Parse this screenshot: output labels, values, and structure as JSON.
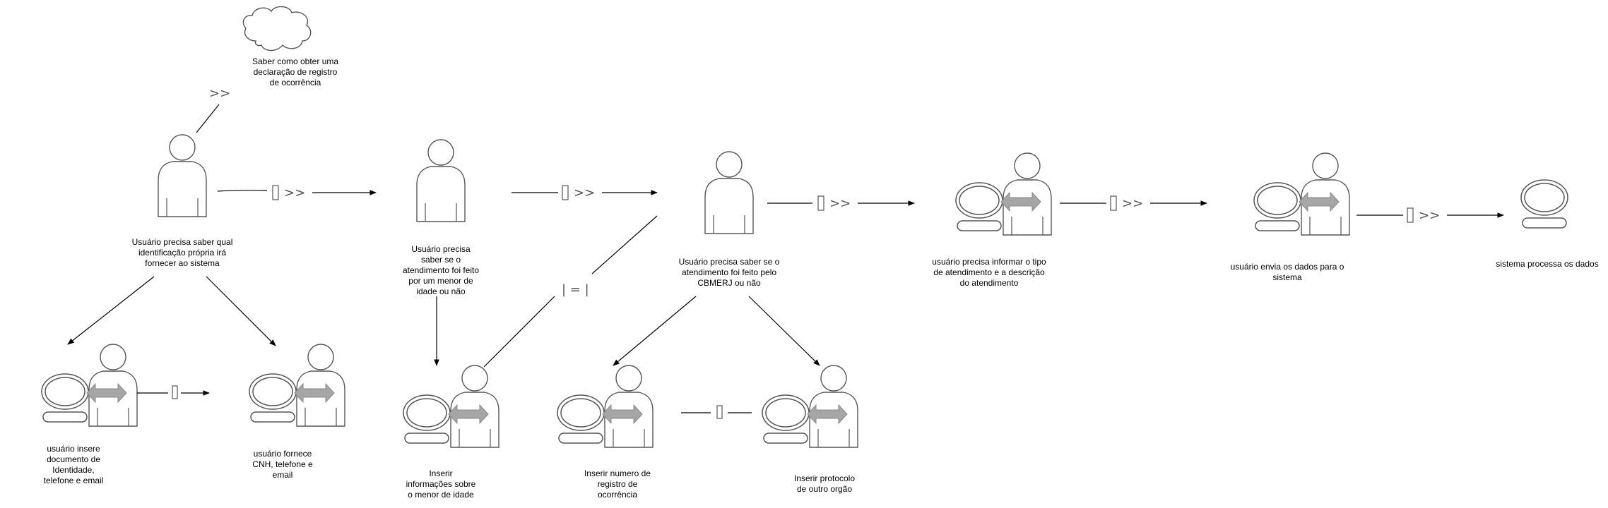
{
  "nodes": {
    "cloud_goal": "Saber como obter uma\ndeclaração de registro\nde ocorrência",
    "user1": "Usuário precisa saber qual\nidentificação própria irá\nfornecer ao sistema",
    "user2": "Usuário precisa\nsaber se o\natendimento foi feito\npor um menor de\nidade ou não",
    "user3": "Usuário precisa saber se o\natendimento foi feito pelo\nCBMERJ ou não",
    "station_tipo": "usuário precisa informar o tipo\nde atendimento e a descrição\ndo atendimento",
    "station_envia": "usuário envia os dados para o\nsistema",
    "system": "sistema processa os dados",
    "station_documento": "usuário insere\ndocumento de\nIdentidade,\ntelefone e email",
    "station_cnh": "usuário fornece\nCNH, telefone e\nemail",
    "station_menor": "Inserir\ninformações sobre\no menor de idade",
    "station_registro": "Inserir numero de\nregistro de\nocorrência",
    "station_protocolo": "Inserir protocolo\nde outro orgão"
  },
  "connector_symbols": {
    "means_end": ">>",
    "sequence": "[] >>",
    "alternative": "| = |"
  },
  "colors": {
    "stroke": "#333333",
    "arrow_fill": "#a6a6a6",
    "text": "#000000"
  }
}
